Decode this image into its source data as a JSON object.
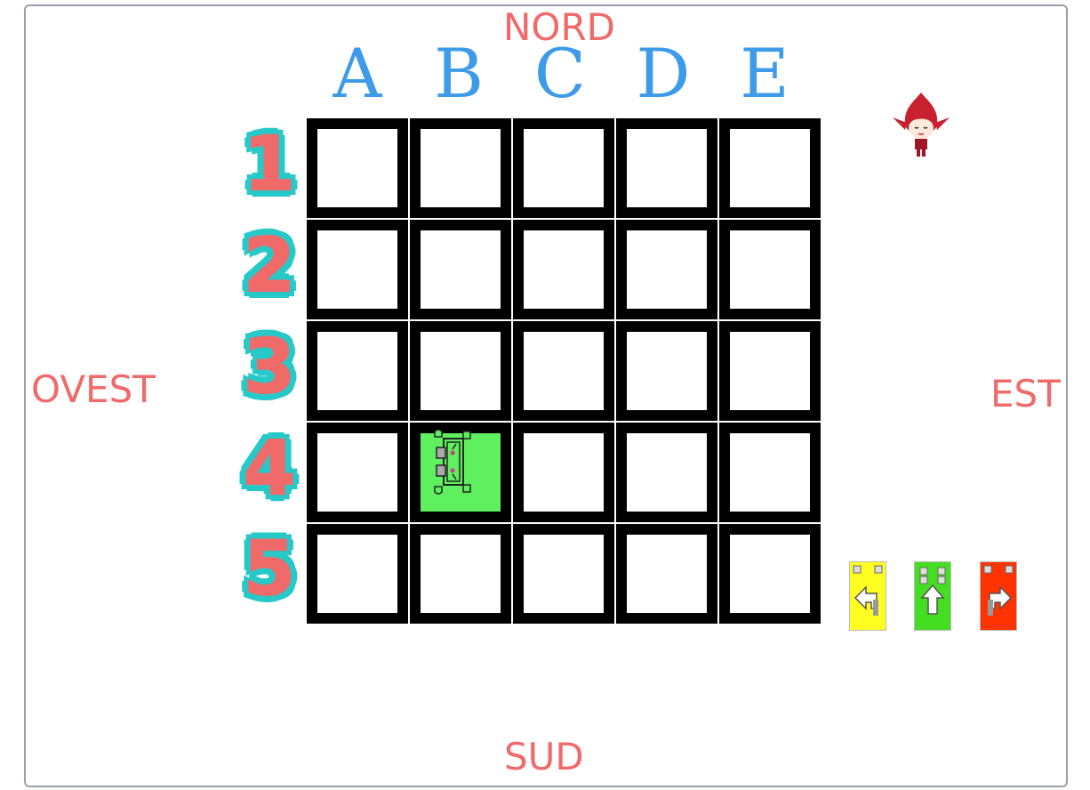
{
  "compass": {
    "north": "NORD",
    "south": "SUD",
    "west": "OVEST",
    "east": "EST"
  },
  "grid": {
    "columns": [
      "A",
      "B",
      "C",
      "D",
      "E"
    ],
    "rows": [
      "1",
      "2",
      "3",
      "4",
      "5"
    ],
    "robot_cell": "B4",
    "robot_facing": "west"
  },
  "command_cards": [
    {
      "name": "turn-left",
      "color": "#ffff22"
    },
    {
      "name": "forward",
      "color": "#44dd22"
    },
    {
      "name": "turn-right",
      "color": "#ff3300"
    }
  ],
  "colors": {
    "compass_text": "#f06a6a",
    "column_labels": "#3d9be9",
    "row_label_fill": "#f06a6a",
    "row_label_outline": "#27c8c8",
    "robot_cell": "#5ef05e",
    "cell_border": "#000000"
  },
  "sprite": "red-elf-character"
}
